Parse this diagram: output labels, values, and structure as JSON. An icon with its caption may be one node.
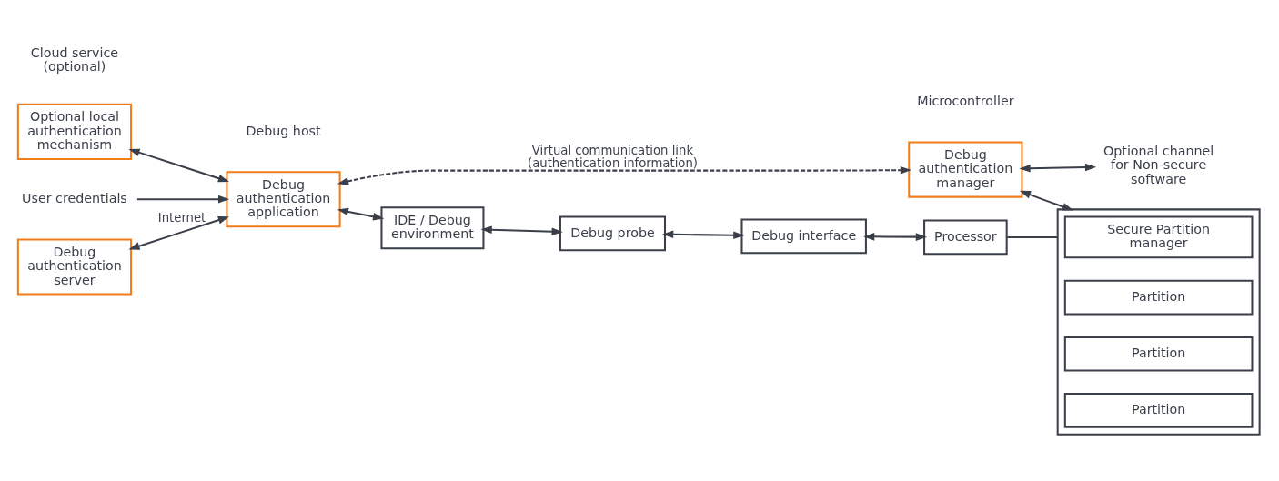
{
  "diagram": {
    "nodes": [
      {
        "text": [
          "Optional local authentication mechanism"
        ]
      },
      {
        "text": [
          "User credentials"
        ]
      },
      {
        "text": [
          "Debug authentication server"
        ]
      },
      {
        "text": [
          "Debug authentication application"
        ]
      },
      {
        "text": [
          "Debug authentication manager"
        ]
      },
      {
        "text": [
          "Optional channel for Non-secure software"
        ]
      },
      {
        "text": [
          "IDE / Debug environment"
        ]
      },
      {
        "text": [
          "Debug probe"
        ]
      },
      {
        "text": [
          "Debug interface"
        ]
      },
      {
        "text": [
          "Processor"
        ]
      },
      {
        "text": [],
        "shape": "box"
      },
      {
        "text": [
          "Secure Partition manager"
        ],
        "in": 10
      },
      {
        "text": [
          "Partition"
        ],
        "in": 10
      },
      {
        "text": [
          "Partition"
        ],
        "in": 10
      },
      {
        "text": [
          "Partition"
        ],
        "in": 10
      }
    ],
    "edges": [
      {
        "from": 0,
        "to": 3,
        "arrow": "both"
      },
      {
        "from": 1,
        "to": 3,
        "arrow": "to"
      },
      {
        "from": 2,
        "to": 3,
        "arrow": "both",
        "label": "Internet"
      },
      {
        "from": 3,
        "to": 4,
        "arrow": "both",
        "style": "dashed",
        "label": "Virtual communication link (authentication information)"
      },
      {
        "from": 4,
        "to": 5,
        "arrow": "both"
      },
      {
        "from": 4,
        "to": 10,
        "arrow": "both"
      },
      {
        "from": 3,
        "to": 6,
        "arrow": "both"
      },
      {
        "from": 6,
        "to": 7,
        "arrow": "both"
      },
      {
        "from": 7,
        "to": 8,
        "arrow": "both"
      },
      {
        "from": 8,
        "to": 9,
        "arrow": "both"
      },
      {
        "from": 9,
        "to": 10,
        "arrow": "none"
      }
    ],
    "labels": [
      "Cloud service (optional)",
      "Debug host",
      "Microcontroller"
    ]
  }
}
